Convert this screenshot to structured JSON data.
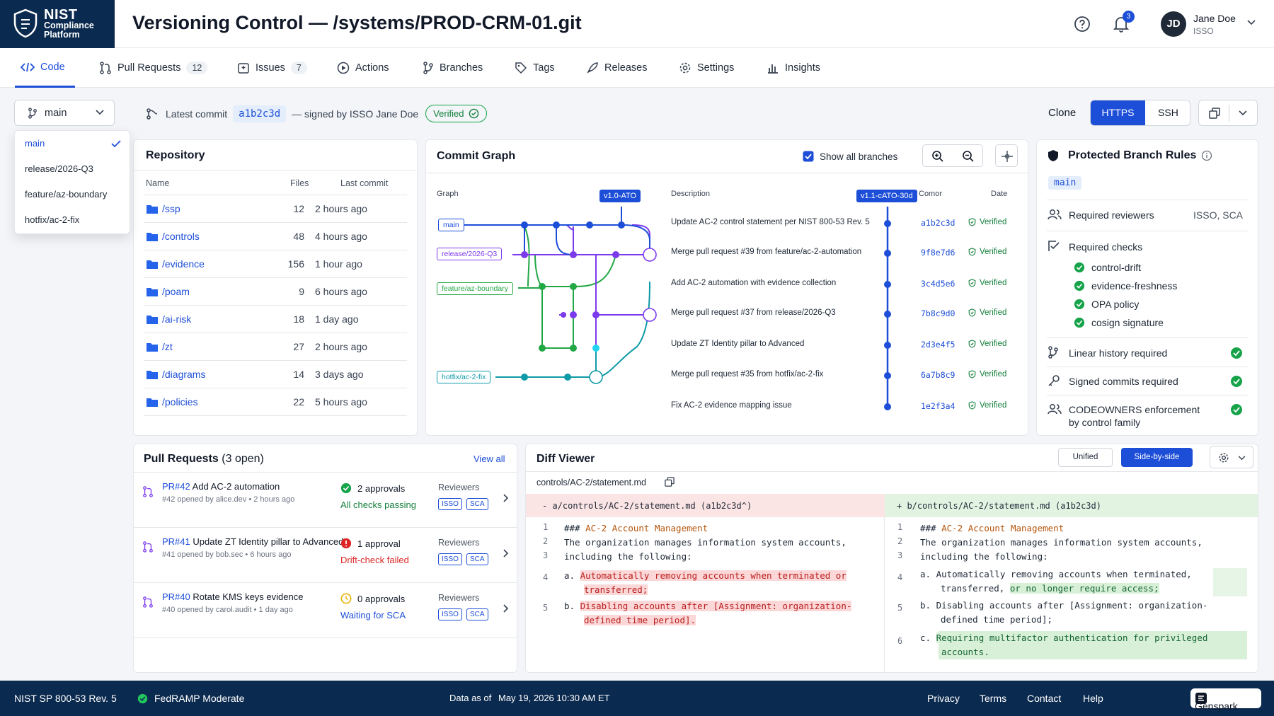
{
  "logo": {
    "line1": "NIST",
    "line2": "Compliance Platform"
  },
  "page_title": "Versioning Control — /systems/PROD-CRM-01.git",
  "user": {
    "initials": "JD",
    "name": "Jane Doe",
    "role": "ISSO",
    "notifications": "3"
  },
  "nav": {
    "tabs": [
      {
        "label": "Code",
        "icon": "code-icon"
      },
      {
        "label": "Pull Requests",
        "count": "12",
        "icon": "pull-request-icon"
      },
      {
        "label": "Issues",
        "count": "7",
        "icon": "issue-icon"
      },
      {
        "label": "Actions",
        "icon": "play-icon"
      },
      {
        "label": "Branches",
        "icon": "branch-icon"
      },
      {
        "label": "Tags",
        "icon": "tag-icon"
      },
      {
        "label": "Releases",
        "icon": "rocket-icon"
      },
      {
        "label": "Settings",
        "icon": "gear-icon"
      },
      {
        "label": "Insights",
        "icon": "bar-chart-icon"
      }
    ]
  },
  "branch": {
    "selected": "main",
    "options": [
      "main",
      "release/2026-Q3",
      "feature/az-boundary",
      "hotfix/ac-2-fix"
    ]
  },
  "latest_commit": {
    "label": "Latest commit",
    "sha": "a1b2c3d",
    "signed": "— signed by ISSO Jane Doe",
    "verified": "Verified"
  },
  "clone": {
    "label": "Clone",
    "https": "HTTPS",
    "ssh": "SSH"
  },
  "repository": {
    "title": "Repository",
    "headers": [
      "Name",
      "Files",
      "Last commit"
    ],
    "rows": [
      {
        "name": "/ssp",
        "files": "12",
        "last": "2 hours ago"
      },
      {
        "name": "/controls",
        "files": "48",
        "last": "4 hours ago"
      },
      {
        "name": "/evidence",
        "files": "156",
        "last": "1 hour ago"
      },
      {
        "name": "/poam",
        "files": "9",
        "last": "6 hours ago"
      },
      {
        "name": "/ai-risk",
        "files": "18",
        "last": "1 day ago"
      },
      {
        "name": "/zt",
        "files": "27",
        "last": "2 hours ago"
      },
      {
        "name": "/diagrams",
        "files": "14",
        "last": "3 days ago"
      },
      {
        "name": "/policies",
        "files": "22",
        "last": "5 hours ago"
      }
    ]
  },
  "commit_graph": {
    "title": "Commit Graph",
    "show_all": "Show all branches",
    "col_graph": "Graph",
    "col_desc": "Description",
    "col_commit": "Comor",
    "col_date": "Date",
    "tag1": "v1.0-ATO",
    "tag2": "v1.1-cATO-30d",
    "branch_labels": [
      "main",
      "release/2026-Q3",
      "feature/az-boundary",
      "hotfix/ac-2-fix"
    ],
    "commits": [
      {
        "desc": "Update AC-2 control statement per NIST 800-53 Rev. 5",
        "sha": "a1b2c3d",
        "status": "Verified"
      },
      {
        "desc": "Merge pull request #39 from feature/ac-2-automation",
        "sha": "9f8e7d6",
        "status": "Verified"
      },
      {
        "desc": "Add AC-2 automation with evidence collection",
        "sha": "3c4d5e6",
        "status": "Verified"
      },
      {
        "desc": "Merge pull request #37 from release/2026-Q3",
        "sha": "7b8c9d0",
        "status": "Verified"
      },
      {
        "desc": "Update ZT Identity pillar to Advanced",
        "sha": "2d3e4f5",
        "status": "Verified"
      },
      {
        "desc": "Merge pull request #35 from hotfix/ac-2-fix",
        "sha": "6a7b8c9",
        "status": "Verified"
      },
      {
        "desc": "Fix AC-2 evidence mapping issue",
        "sha": "1e2f3a4",
        "status": "Verified"
      }
    ]
  },
  "rules": {
    "title": "Protected Branch Rules",
    "branch": "main",
    "reviewers_label": "Required reviewers",
    "reviewers_value": "ISSO, SCA",
    "checks_label": "Required checks",
    "checks": [
      "control-drift",
      "evidence-freshness",
      "OPA policy",
      "cosign signature"
    ],
    "linear": "Linear history required",
    "signed": "Signed commits required",
    "codeowners": "CODEOWNERS enforcement",
    "codeowners2": "by control family"
  },
  "pull_requests": {
    "title": "Pull Requests",
    "count": "(3 open)",
    "view_all": "View all",
    "reviewers_label": "Reviewers",
    "items": [
      {
        "num": "PR#42",
        "title": "Add AC-2 automation",
        "meta": "#42 opened by alice.dev  •  2 hours ago",
        "approvals": "2 approvals",
        "status": "All checks passing",
        "tags": [
          "ISSO",
          "SCA"
        ]
      },
      {
        "num": "PR#41",
        "title": "Update ZT Identity pillar to Advanced",
        "meta": "#41 opened by bob.sec  •  6 hours ago",
        "approvals": "1 approval",
        "status": "Drift-check failed",
        "tags": [
          "ISSO",
          "SCA"
        ]
      },
      {
        "num": "PR#40",
        "title": "Rotate KMS keys evidence",
        "meta": "#40 opened by carol.audit  •  1 day ago",
        "approvals": "0 approvals",
        "status": "Waiting for SCA",
        "tags": [
          "ISSO",
          "SCA"
        ]
      }
    ]
  },
  "diff": {
    "title": "Diff Viewer",
    "unified": "Unified",
    "side": "Side-by-side",
    "file": "controls/AC-2/statement.md",
    "left_header": "-  a/controls/AC-2/statement.md (a1b2c3d^)",
    "right_header": "+  b/controls/AC-2/statement.md (a1b2c3d)",
    "l1a": "### ",
    "l1b": "AC-2 Account Management",
    "l2": "The organization manages information system accounts,",
    "l3": "including the following:",
    "l4a": "a.  ",
    "l4b": "Automatically removing accounts when terminated or",
    "l4c": "transferred;",
    "l5a": "b.  ",
    "l5b": "Disabling accounts after [Assignment: organization-",
    "l5c": "defined time period].",
    "r1a": "### ",
    "r1b": "AC-2 Account Management",
    "r2": "The organization manages information system accounts,",
    "r3": "including the following:",
    "r4a": "a.  Automatically removing accounts when terminated,",
    "r4b": "transferred, ",
    "r4c": "or no longer require access;",
    "r5a": "b.  Disabling accounts after [Assignment: organization-",
    "r5b": "defined time period];",
    "r6a": "c.  ",
    "r6b": "Requiring multifactor authentication for privileged",
    "r6c": "accounts.",
    "line_nums": [
      "1",
      "2",
      "3",
      "4",
      "5",
      "6"
    ]
  },
  "footer": {
    "std": "NIST SP 800-53 Rev. 5",
    "fedramp": "FedRAMP Moderate",
    "data_as_of": "Data as of",
    "date": "May 19, 2026  10:30 AM ET",
    "links": [
      "Privacy",
      "Terms",
      "Contact",
      "Help"
    ],
    "brand": "Genspark"
  },
  "colors": {
    "navy": "#0b2a4f",
    "accent": "#1d4ed8",
    "main_branch": "#1d4ed8",
    "release_branch": "#7c3aed",
    "feature_branch": "#22a745",
    "hotfix_branch": "#0e9aa7",
    "verified": "#16a34a",
    "failed": "#dc2626",
    "waiting": "#eab308"
  }
}
